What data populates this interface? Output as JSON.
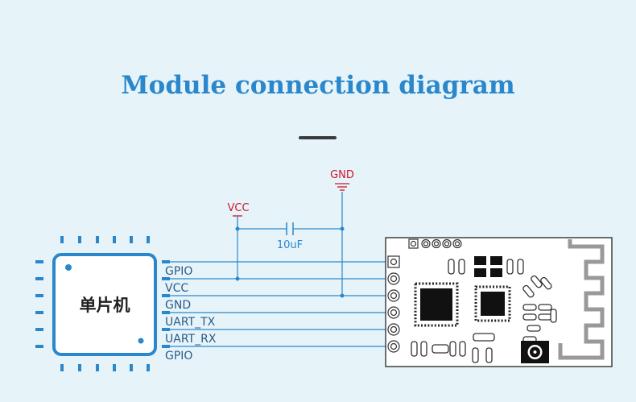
{
  "title": "Module connection diagram",
  "mcu_label": "单片机",
  "pins": [
    "GPIO",
    "VCC",
    "GND",
    "UART_TX",
    "UART_RX",
    "GPIO"
  ],
  "vcc_label": "VCC",
  "gnd_label": "GND",
  "cap_label": "10uF",
  "colors": {
    "title": "#2a87cc",
    "wire": "#2a87cc",
    "power": "#d0142a",
    "background": "#e6f4fa"
  }
}
